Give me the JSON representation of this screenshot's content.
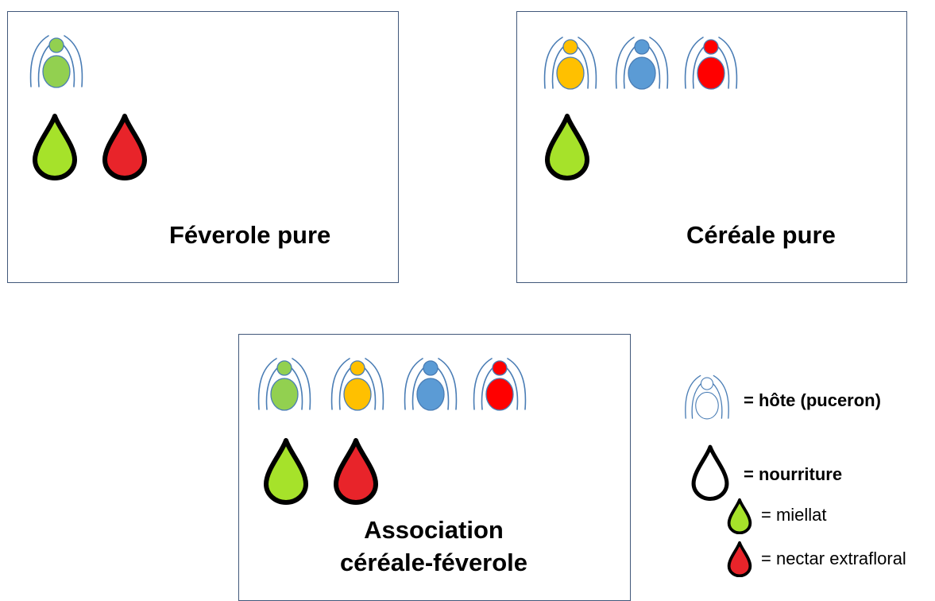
{
  "colors": {
    "frame": "#41587a",
    "host_outline": "#4a7db5",
    "species_green": "#92d050",
    "species_yellow": "#ffc000",
    "species_blue": "#5b9bd5",
    "species_red": "#ff0000",
    "honeydew": "#a6e22a",
    "nectar": "#e8242a"
  },
  "panels": {
    "feverole": {
      "title": "Féverole pure",
      "insects": [
        "green"
      ],
      "drops": [
        "honeydew",
        "nectar"
      ]
    },
    "cereale": {
      "title": "Céréale pure",
      "insects": [
        "yellow",
        "blue",
        "red"
      ],
      "drops": [
        "honeydew"
      ]
    },
    "association": {
      "title_line1": "Association",
      "title_line2": "céréale-féverole",
      "insects": [
        "green",
        "yellow",
        "blue",
        "red"
      ],
      "drops": [
        "honeydew",
        "nectar"
      ]
    }
  },
  "legend": {
    "host": "= hôte (puceron)",
    "food": "= nourriture",
    "honeydew": "= miellat",
    "nectar": "= nectar extrafloral"
  },
  "icons": {
    "host": "aphid-host-icon",
    "parasitoid": "parasitoid-icon",
    "drop": "food-drop-icon"
  }
}
